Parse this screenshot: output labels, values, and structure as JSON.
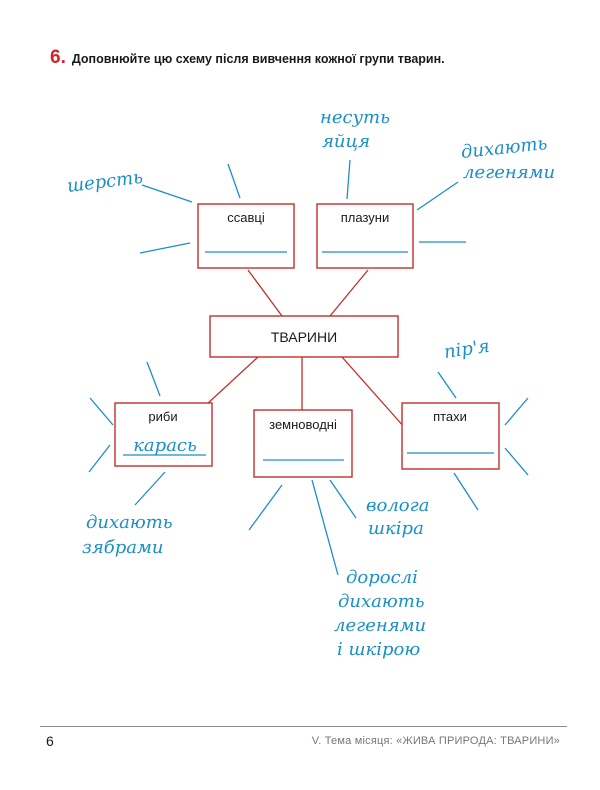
{
  "task": {
    "number": "6.",
    "instruction": "Доповнюйте цю схему після вивчення кожної групи тварин."
  },
  "scheme": {
    "center": "ТВАРИНИ",
    "groups": {
      "mammals": {
        "label": "ссавці",
        "answer": ""
      },
      "reptiles": {
        "label": "плазуни",
        "answer": ""
      },
      "fish": {
        "label": "риби",
        "answer": "карась"
      },
      "amphibians": {
        "label": "земноводні",
        "answer": ""
      },
      "birds": {
        "label": "птахи",
        "answer": ""
      }
    },
    "features": {
      "mammals_fur": "шерсть",
      "reptiles_eggs": [
        "несуть",
        "яйця"
      ],
      "reptiles_lungs": [
        "дихають",
        "легенями"
      ],
      "birds_feathers": "пір'я",
      "fish_gills": [
        "дихають",
        "зябрами"
      ],
      "amphibians_skin": [
        "волога",
        "шкіра"
      ],
      "amphibians_adults": [
        "дорослі",
        "дихають",
        "легенями",
        "і шкірою"
      ]
    }
  },
  "footer": {
    "page": "6",
    "title": "V. Тема місяця: «ЖИВА ПРИРОДА: ТВАРИНИ»"
  },
  "colors": {
    "box_border": "#c0302b",
    "connector": "#c0302b",
    "ray": "#1a8fc8",
    "handwriting": "#1a8fc8",
    "accent": "#d2232a"
  }
}
